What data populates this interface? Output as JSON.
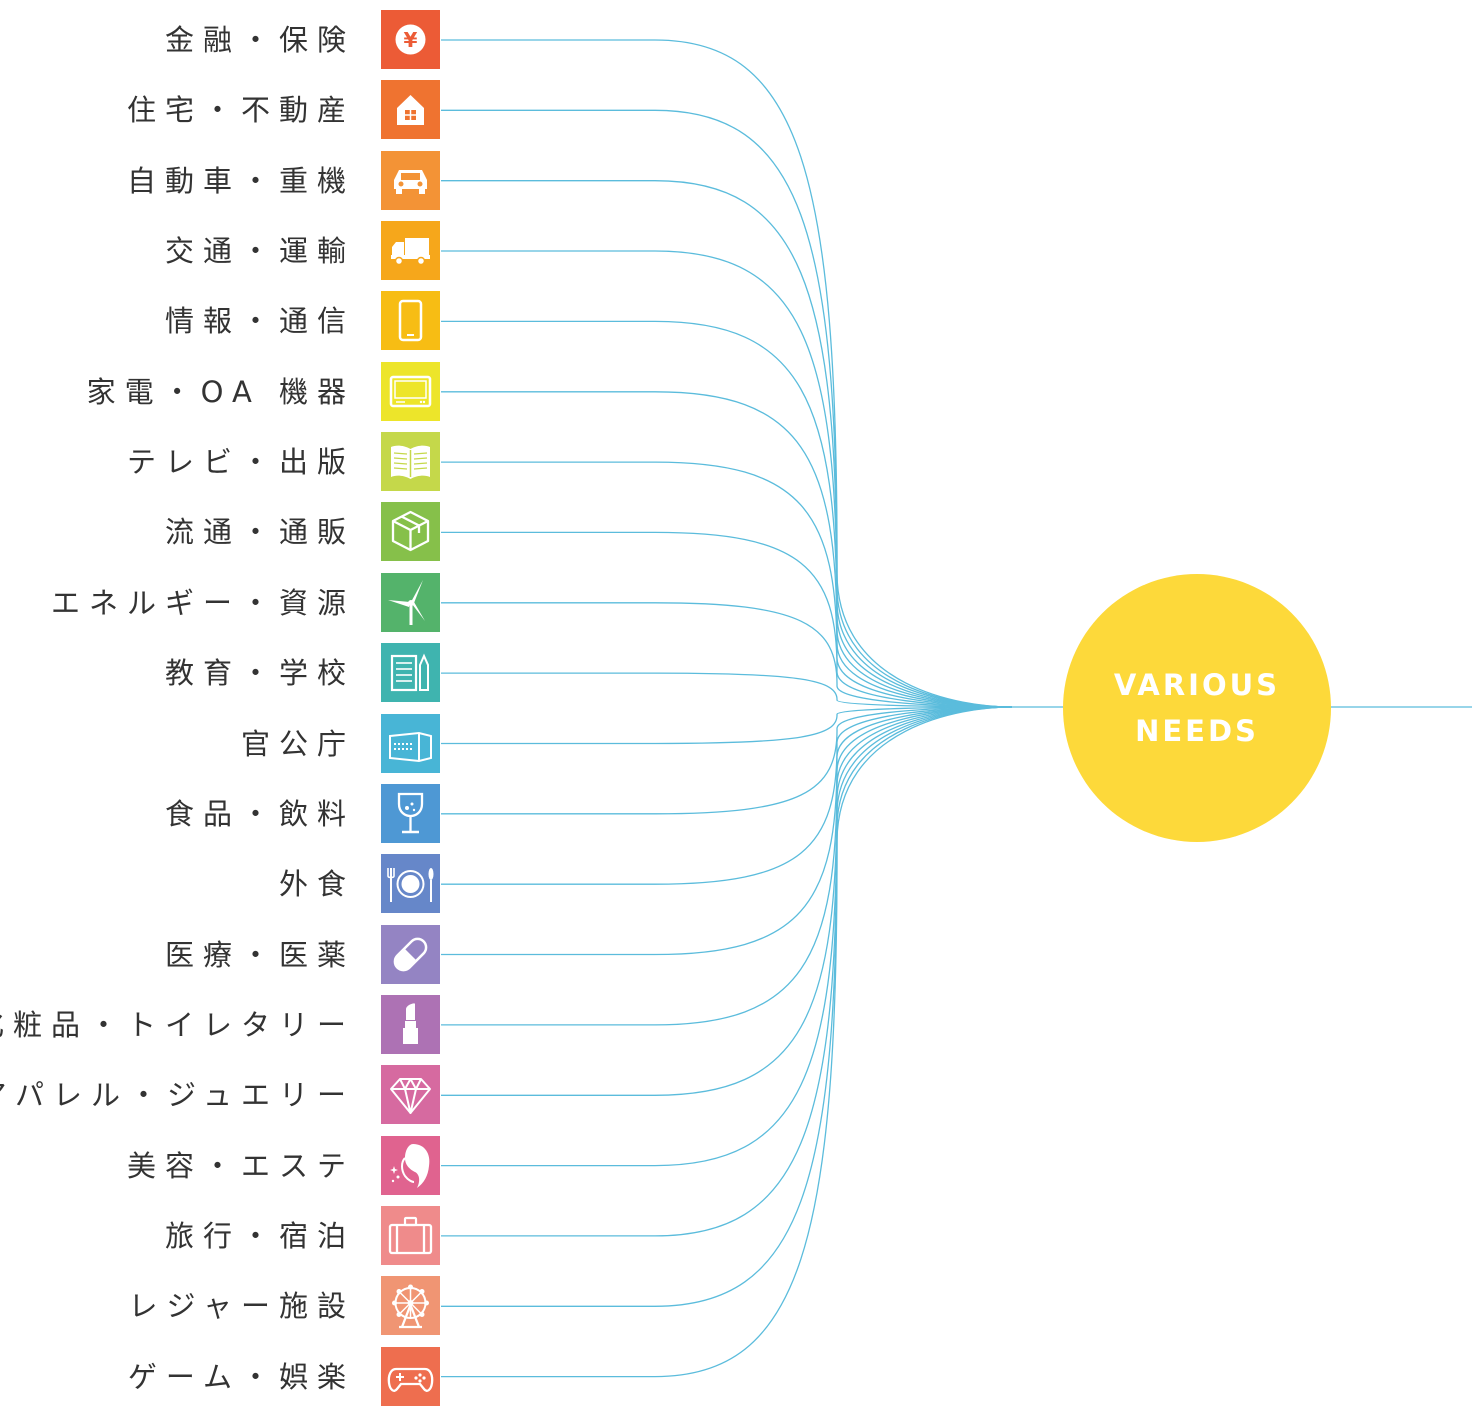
{
  "colors": {
    "line": "#5bbcdc",
    "hub": "#fdd93a",
    "label": "#333333",
    "icon": "#ffffff"
  },
  "hub": {
    "line1": "VARIOUS",
    "line2": "NEEDS"
  },
  "categories": [
    {
      "label": "金融・保険",
      "icon": "yen-coin-icon",
      "color": "#ec5b36"
    },
    {
      "label": "住宅・不動産",
      "icon": "house-icon",
      "color": "#ef7330"
    },
    {
      "label": "自動車・重機",
      "icon": "car-icon",
      "color": "#f39336"
    },
    {
      "label": "交通・運輸",
      "icon": "truck-icon",
      "color": "#f6a71b"
    },
    {
      "label": "情報・通信",
      "icon": "smartphone-icon",
      "color": "#f7bd14"
    },
    {
      "label": "家電・OA 機器",
      "icon": "monitor-icon",
      "color": "#ede52a"
    },
    {
      "label": "テレビ・出版",
      "icon": "book-icon",
      "color": "#c5d84a"
    },
    {
      "label": "流通・通販",
      "icon": "box-icon",
      "color": "#86c04a"
    },
    {
      "label": "エネルギー・資源",
      "icon": "wind-turbine-icon",
      "color": "#54b36b"
    },
    {
      "label": "教育・学校",
      "icon": "notebook-pencil-icon",
      "color": "#3fb4af"
    },
    {
      "label": "官公庁",
      "icon": "building-icon",
      "color": "#48b5d6"
    },
    {
      "label": "食品・飲料",
      "icon": "wine-glass-icon",
      "color": "#4e98d4"
    },
    {
      "label": "外食",
      "icon": "plate-cutlery-icon",
      "color": "#6687c9"
    },
    {
      "label": "医療・医薬",
      "icon": "pill-icon",
      "color": "#9484c3"
    },
    {
      "label": "化粧品・トイレタリー",
      "icon": "lipstick-icon",
      "color": "#ad72b4"
    },
    {
      "label": "アパレル・ジュエリー",
      "icon": "diamond-icon",
      "color": "#d66aa0"
    },
    {
      "label": "美容・エステ",
      "icon": "woman-face-icon",
      "color": "#e0638f"
    },
    {
      "label": "旅行・宿泊",
      "icon": "suitcase-icon",
      "color": "#ef8b8b"
    },
    {
      "label": "レジャー施設",
      "icon": "ferris-wheel-icon",
      "color": "#f09573"
    },
    {
      "label": "ゲーム・娯楽",
      "icon": "gamepad-icon",
      "color": "#ee6e4f"
    }
  ]
}
